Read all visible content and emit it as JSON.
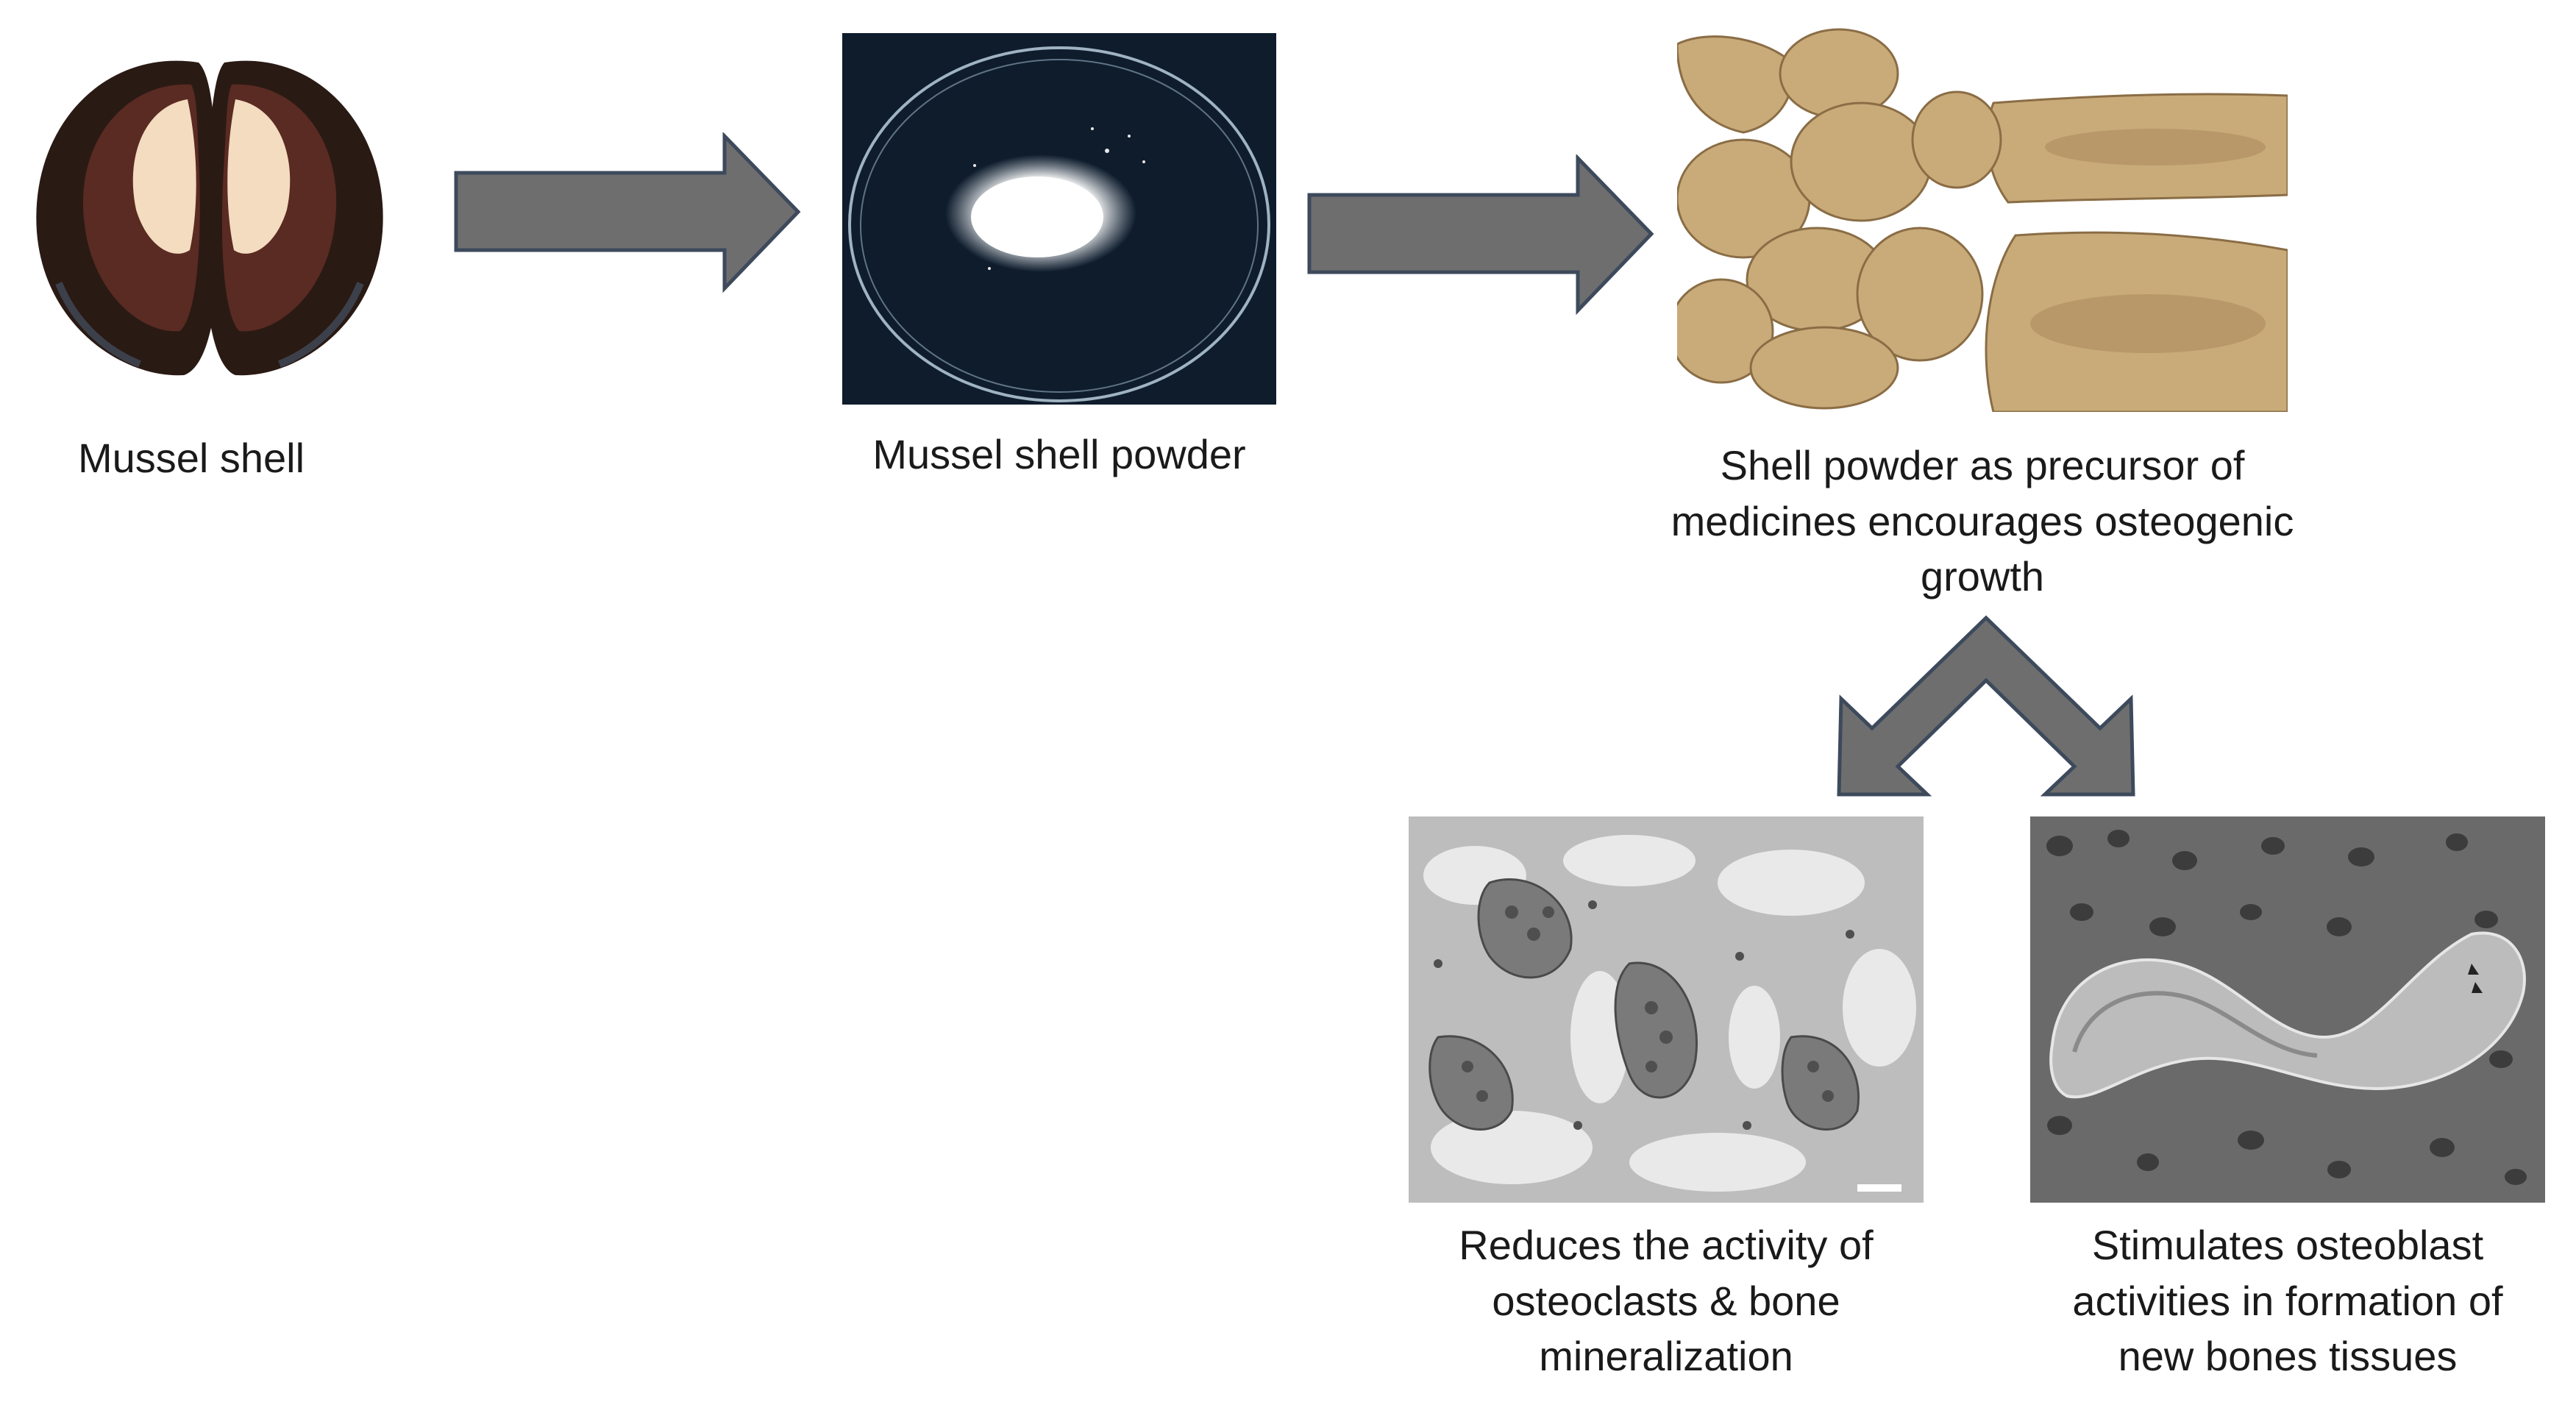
{
  "stages": [
    {
      "id": "mussel-shell",
      "caption_lines": [
        "Mussel shell"
      ]
    },
    {
      "id": "shell-powder",
      "caption_lines": [
        "Mussel shell powder"
      ]
    },
    {
      "id": "bone-precursor",
      "caption_lines": [
        "Shell powder as precursor of",
        "medicines encourages osteogenic",
        "growth"
      ]
    },
    {
      "id": "osteoclast",
      "caption_lines": [
        "Reduces the activity of",
        "osteoclasts & bone",
        "mineralization"
      ]
    },
    {
      "id": "osteoblast",
      "caption_lines": [
        "Stimulates osteoblast",
        "activities in formation of",
        "new bones tissues"
      ]
    }
  ],
  "colors": {
    "arrow_fill": "#6e6e6e",
    "arrow_stroke": "#3d4a5c",
    "text": "#1a1a1a"
  }
}
